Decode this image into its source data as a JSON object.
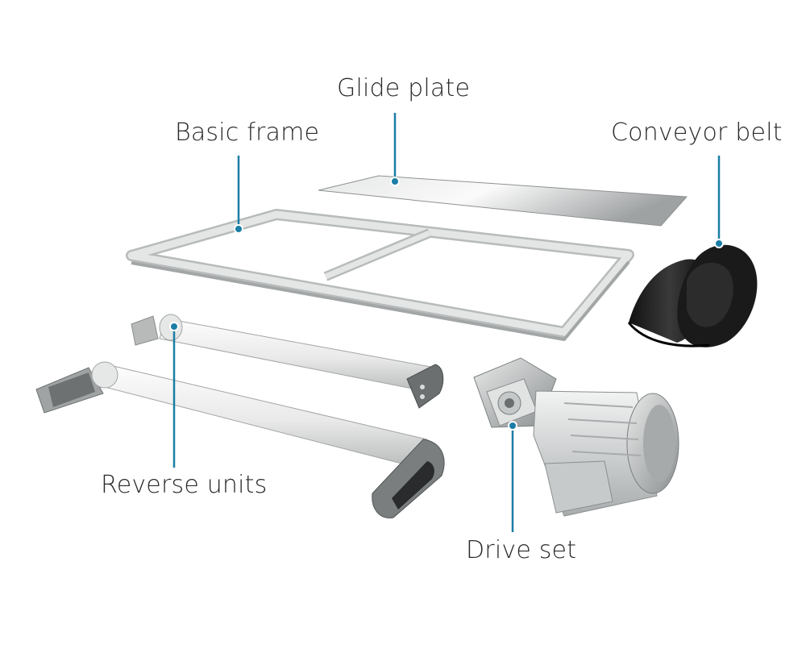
{
  "labels": {
    "glide_plate": "Glide plate",
    "basic_frame": "Basic frame",
    "conveyor_belt": "Conveyor belt",
    "reverse_units": "Reverse units",
    "drive_set": "Drive set"
  },
  "colors": {
    "leader": "#1a7ea6",
    "text": "#2a2a2a",
    "aluminium": "#d9dcd9",
    "belt": "#1d1d1d"
  }
}
